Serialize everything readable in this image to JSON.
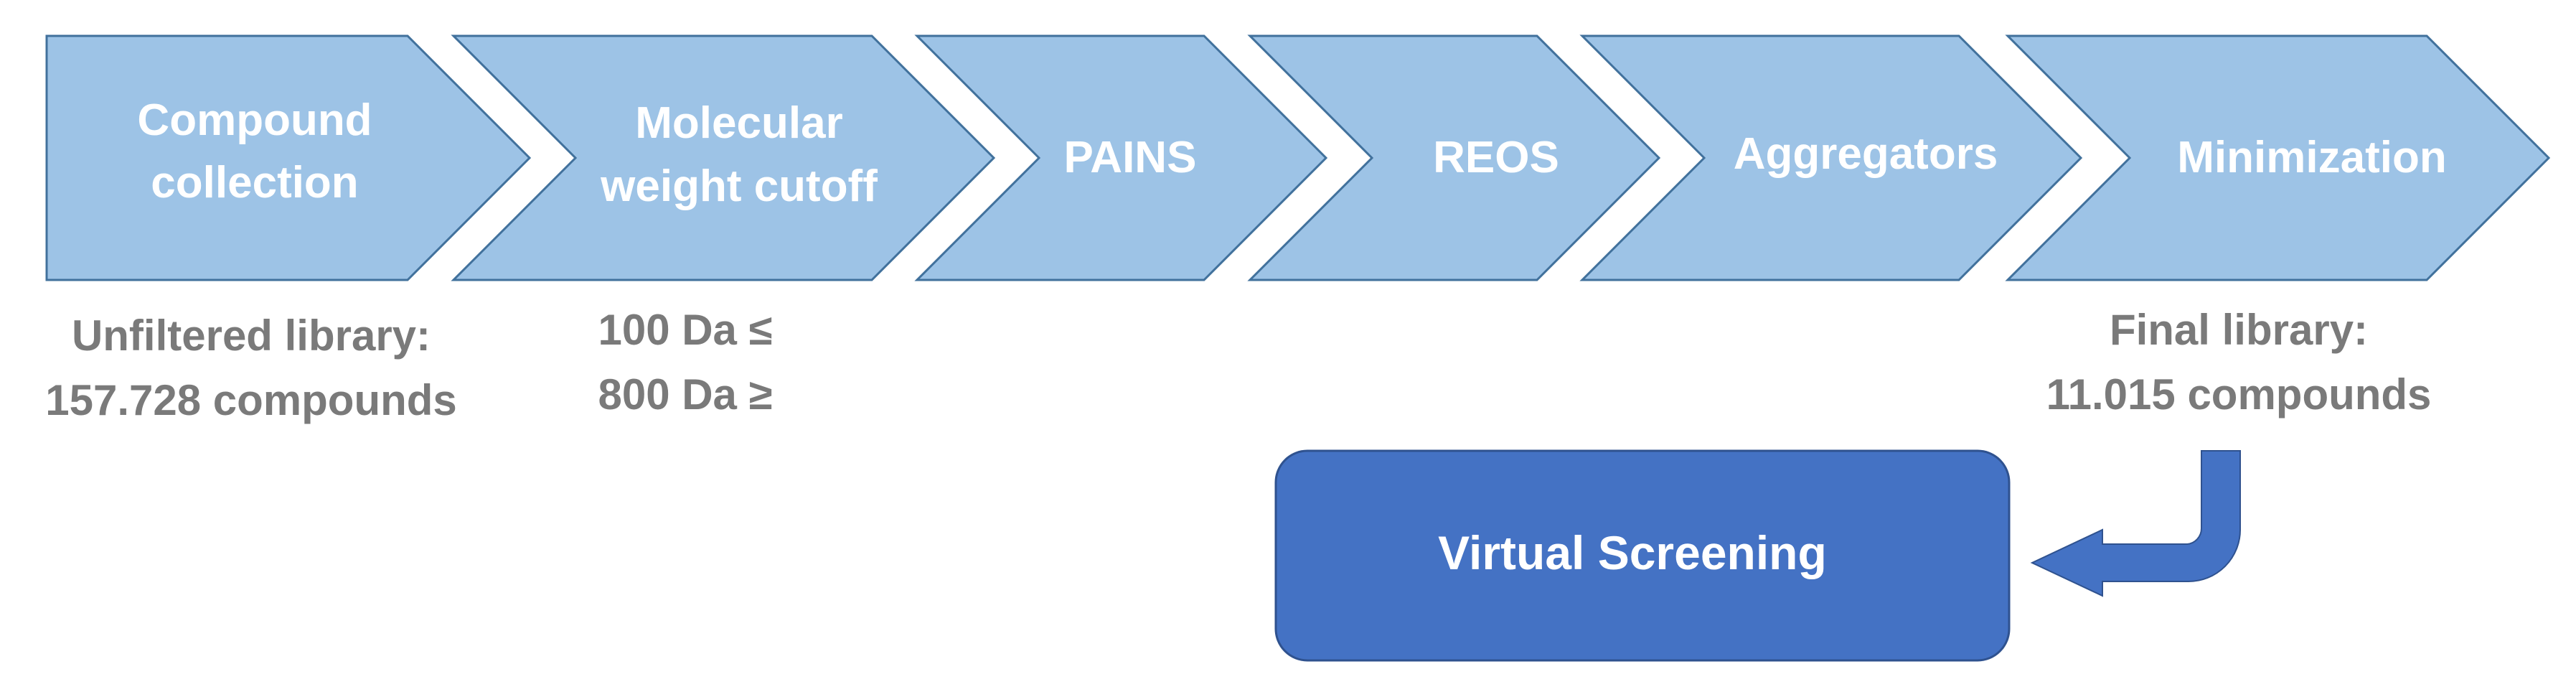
{
  "colors": {
    "stage_fill": "#9DC3E6",
    "stage_stroke": "#41719C",
    "note_text": "#7A7A7A",
    "result_fill": "#4472C4",
    "result_stroke": "#2F528F",
    "arrow_fill": "#4472C4"
  },
  "pipeline": {
    "stages": [
      {
        "id": "compound-collection",
        "lines": [
          "Compound",
          "collection"
        ]
      },
      {
        "id": "molecular-weight-cutoff",
        "lines": [
          "Molecular",
          "weight cutoff"
        ]
      },
      {
        "id": "pains",
        "lines": [
          "PAINS"
        ]
      },
      {
        "id": "reos",
        "lines": [
          "REOS"
        ]
      },
      {
        "id": "aggregators",
        "lines": [
          "Aggregators"
        ]
      },
      {
        "id": "minimization",
        "lines": [
          "Minimization"
        ]
      }
    ]
  },
  "notes": {
    "unfiltered": {
      "lines": [
        "Unfiltered library:",
        "157.728 compounds"
      ]
    },
    "weight_range": {
      "lines": [
        "100 Da ≤",
        "800 Da ≥"
      ]
    },
    "final": {
      "lines": [
        "Final library:",
        "11.015 compounds"
      ]
    }
  },
  "result": {
    "label": "Virtual Screening"
  },
  "connector": {
    "icon": "curved-arrow-left-icon"
  }
}
